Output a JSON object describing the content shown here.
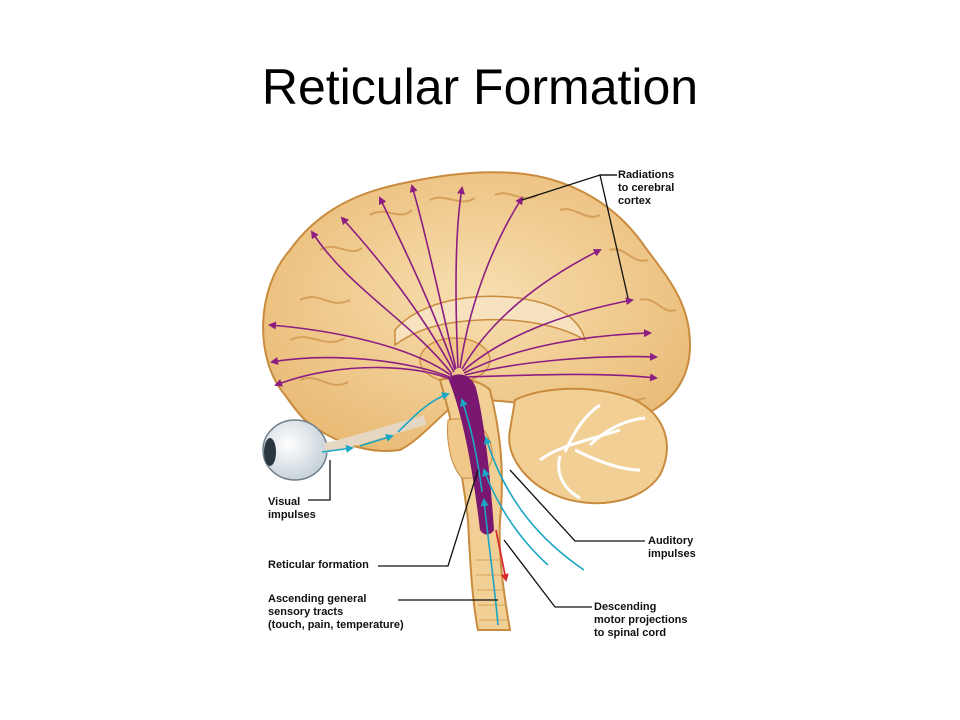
{
  "slide": {
    "title": "Reticular Formation"
  },
  "labels": {
    "radiations": [
      "Radiations",
      "to cerebral",
      "cortex"
    ],
    "visual": [
      "Visual",
      "impulses"
    ],
    "reticular": [
      "Reticular formation"
    ],
    "ascending": [
      "Ascending general",
      "sensory tracts",
      "(touch, pain, temperature)"
    ],
    "auditory": [
      "Auditory",
      "impulses"
    ],
    "descending": [
      "Descending",
      "motor projections",
      "to spinal cord"
    ]
  },
  "colors": {
    "brain_fill": "#f2cf94",
    "brain_outline": "#c98b3e",
    "radiation_arrows": "#8c1d82",
    "sensory_arrows": "#1aa6c4",
    "motor_arrow": "#d8292f",
    "reticular_core": "#7a1770"
  }
}
